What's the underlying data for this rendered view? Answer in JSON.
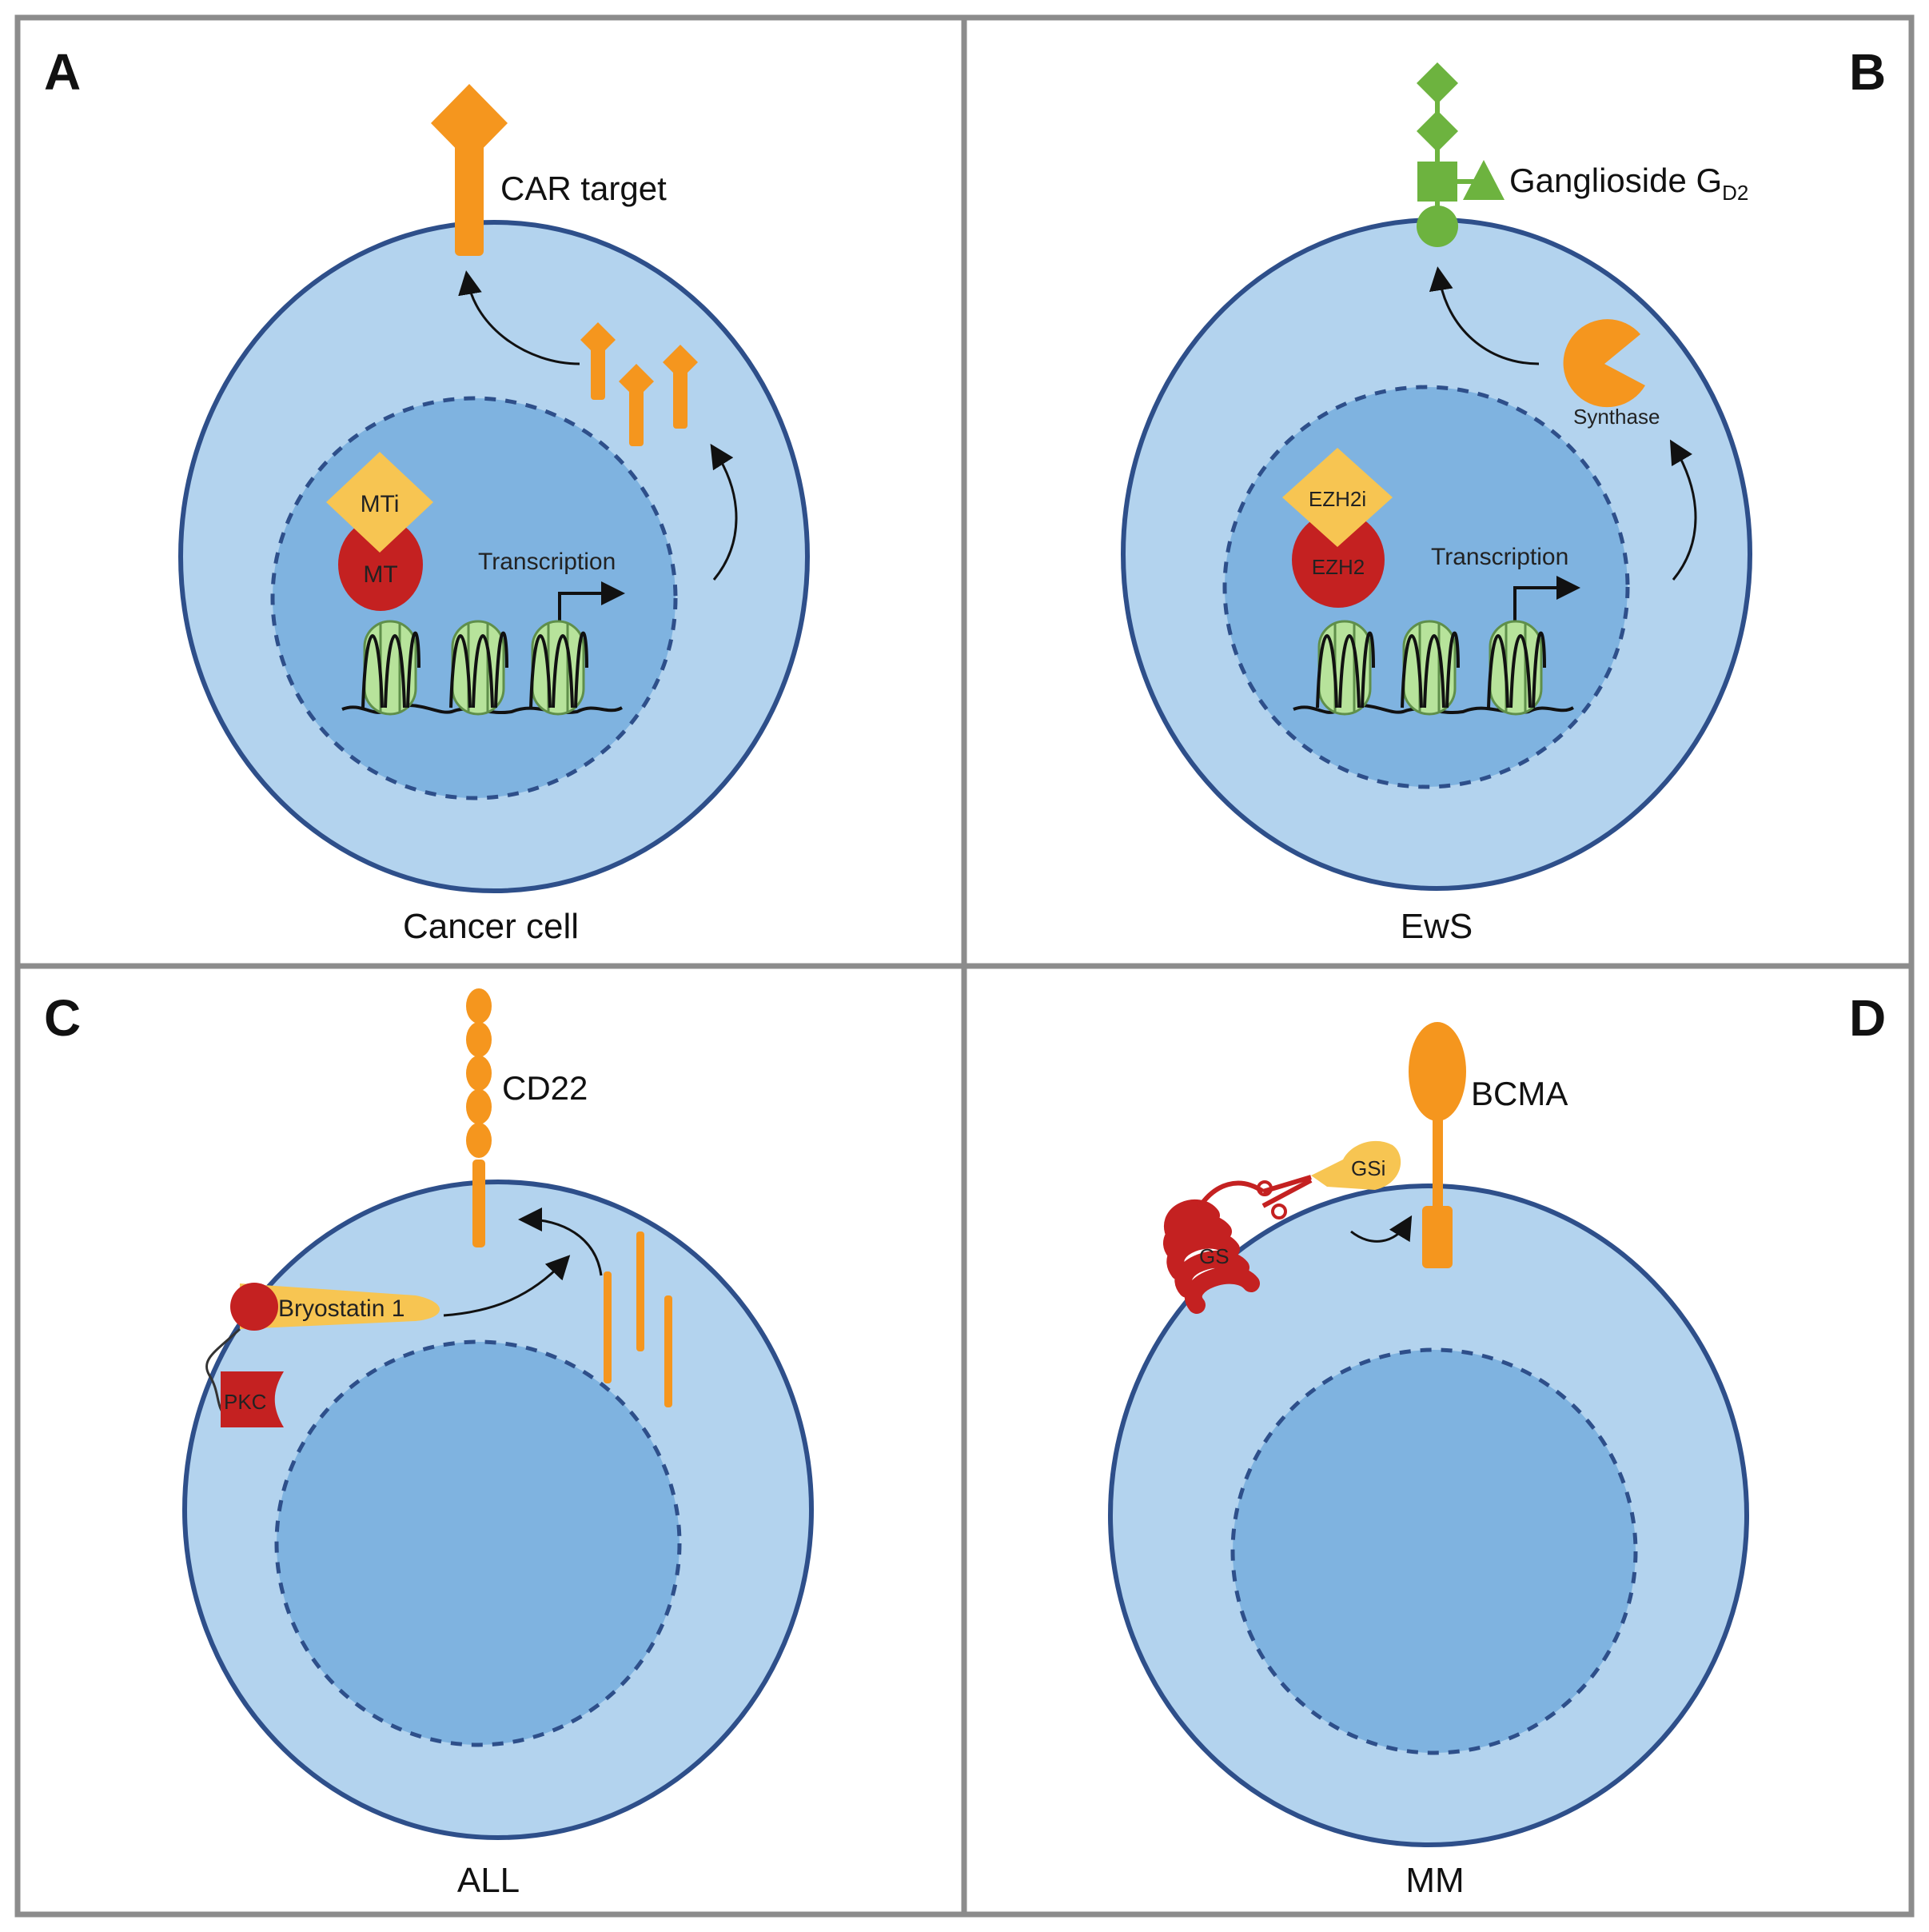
{
  "colors": {
    "frame": "#8c8c8c",
    "cytoplasm": "#b3d3ee",
    "nucleus": "#7fb3e0",
    "membrane": "#2e4f8a",
    "protein": "#f5961e",
    "inhibitor": "#f7c552",
    "enzyme": "#c42121",
    "glycan": "#6db33f",
    "histone": "#b7e39b"
  },
  "icons": {
    "receptor": "receptor-diamond-icon",
    "glycan": "glycan-chain-icon",
    "synthase": "pacman-enzyme-icon",
    "scissors": "scissors-icon",
    "promoter": "transcription-arrow-icon",
    "nucleosome": "nucleosome-icon"
  },
  "panels": {
    "A": {
      "letter": "A",
      "cell_name": "Cancer cell",
      "target_label": "CAR target",
      "inhibitor_label": "MTi",
      "enzyme_label": "MT",
      "transcription_label": "Transcription"
    },
    "B": {
      "letter": "B",
      "cell_name": "EwS",
      "target_label": "Ganglioside G",
      "target_subscript": "D2",
      "inhibitor_label": "EZH2i",
      "enzyme_label": "EZH2",
      "transcription_label": "Transcription",
      "synthase_label": "Synthase"
    },
    "C": {
      "letter": "C",
      "cell_name": "ALL",
      "target_label": "CD22",
      "drug_label": "Bryostatin 1",
      "enzyme_label": "PKC"
    },
    "D": {
      "letter": "D",
      "cell_name": "MM",
      "target_label": "BCMA",
      "inhibitor_label": "GSi",
      "enzyme_label": "GS"
    }
  }
}
